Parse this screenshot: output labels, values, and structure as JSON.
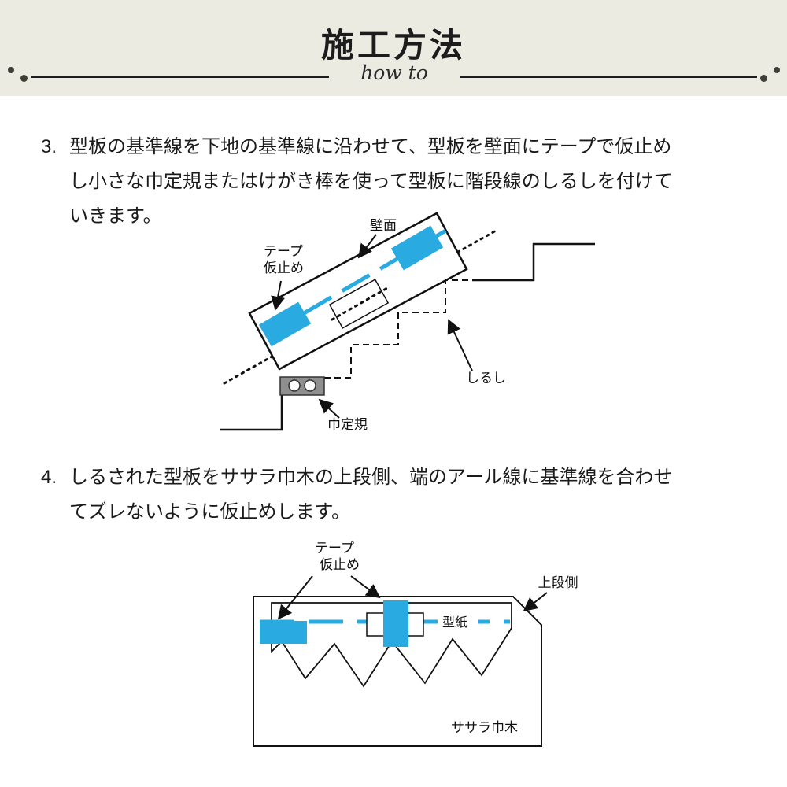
{
  "header": {
    "title": "施工方法",
    "subtitle": "how to"
  },
  "steps": [
    {
      "number": "3.",
      "lines": [
        "型板の基準線を下地の基準線に沿わせて、型板を壁面にテープで仮止め",
        "し小さな巾定規またはけがき棒を使って型板に階段線のしるしを付けて",
        "いきます。"
      ]
    },
    {
      "number": "4.",
      "lines": [
        "しるされた型板をササラ巾木の上段側、端のアール線に基準線を合わせ",
        "てズレないように仮止めします。"
      ]
    }
  ],
  "diagram_step3": {
    "labels": {
      "wall": "壁面",
      "tape_l1": "テープ",
      "tape_l2": "仮止め",
      "mark": "しるし",
      "width_ruler": "巾定規"
    }
  },
  "diagram_step4": {
    "labels": {
      "tape_l1": "テープ",
      "tape_l2": "仮止め",
      "upper_side": "上段側",
      "pattern": "型紙",
      "stringer": "ササラ巾木"
    }
  },
  "colors": {
    "accent_cyan": "#29abe2",
    "header_bg": "#ecebe2",
    "ink": "#1a1a1a",
    "tool_gray": "#8f8f8f"
  }
}
